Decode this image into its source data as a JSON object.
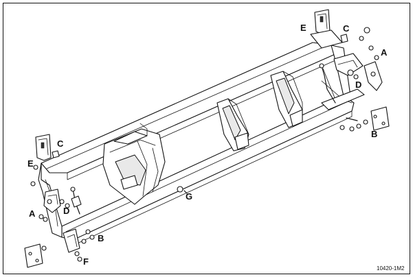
{
  "diagram": {
    "callouts": {
      "a_right": "A",
      "a_left": "A",
      "b_right": "B",
      "b_left": "B",
      "c_right": "C",
      "c_left": "C",
      "d_right": "D",
      "d_left": "D",
      "e_right": "E",
      "e_left": "E",
      "f": "F",
      "g": "G"
    },
    "reference_code": "10420-1M2"
  }
}
